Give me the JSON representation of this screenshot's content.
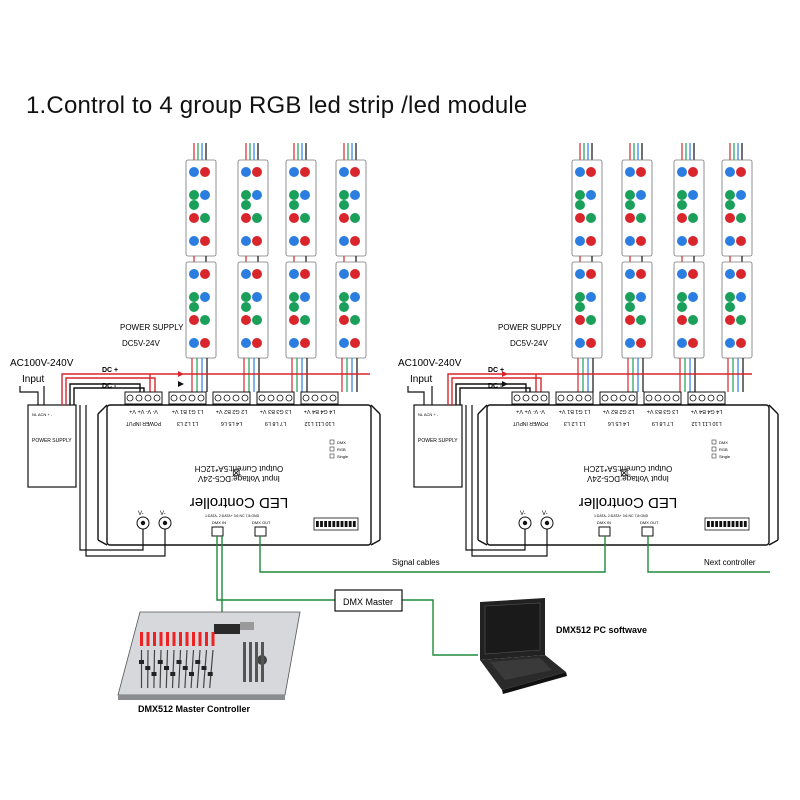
{
  "title": "1.Control to 4 group RGB led strip /led module",
  "labels": {
    "power_supply": "POWER SUPPLY",
    "power_voltage": "DC5V-24V",
    "ac_input": "AC100V-240V",
    "input": "Input",
    "dc_plus": "DC +",
    "dc_minus": "DC -",
    "psu_box": "POWER SUPPLY",
    "signal_cables": "Signal cables",
    "next_controller": "Next   controller",
    "dmx_master": "DMX Master",
    "pc_software": "DMX512 PC softwave",
    "master_controller": "DMX512 Master Controller"
  },
  "controller": {
    "name": "LED Controller",
    "input_voltage": "Input Voltage:DC5-24V",
    "output_current": "Output Current:5A*12CH",
    "power_input": "POWER INPUT",
    "terminals": [
      "V- V- V+ V+",
      "L1 G1 B1 V+",
      "L2 G2 B2 V+",
      "L3 G3 B3 V+",
      "L4 G4 B4 V+"
    ],
    "channel_groups": [
      "L1 L2 L3",
      "L4 L5 L6",
      "L7 L8 L9",
      "L10 L11 L12"
    ],
    "v_labels": [
      "V-",
      "V-"
    ],
    "dmx_in": "DMX IN",
    "dmx_out": "DMX OUT",
    "dmx_pins": "1:DATA- 2:DATA+ 3:6 NC 7,8:GND",
    "mode_options": [
      "DMX",
      "RGB",
      "Single"
    ]
  },
  "colors": {
    "red_led": "#d8262c",
    "green_led": "#1aa05a",
    "blue_led": "#2b7ee0",
    "wire_red": "#d8262c",
    "signal_green": "#1f8a3a",
    "outline": "#111111"
  }
}
